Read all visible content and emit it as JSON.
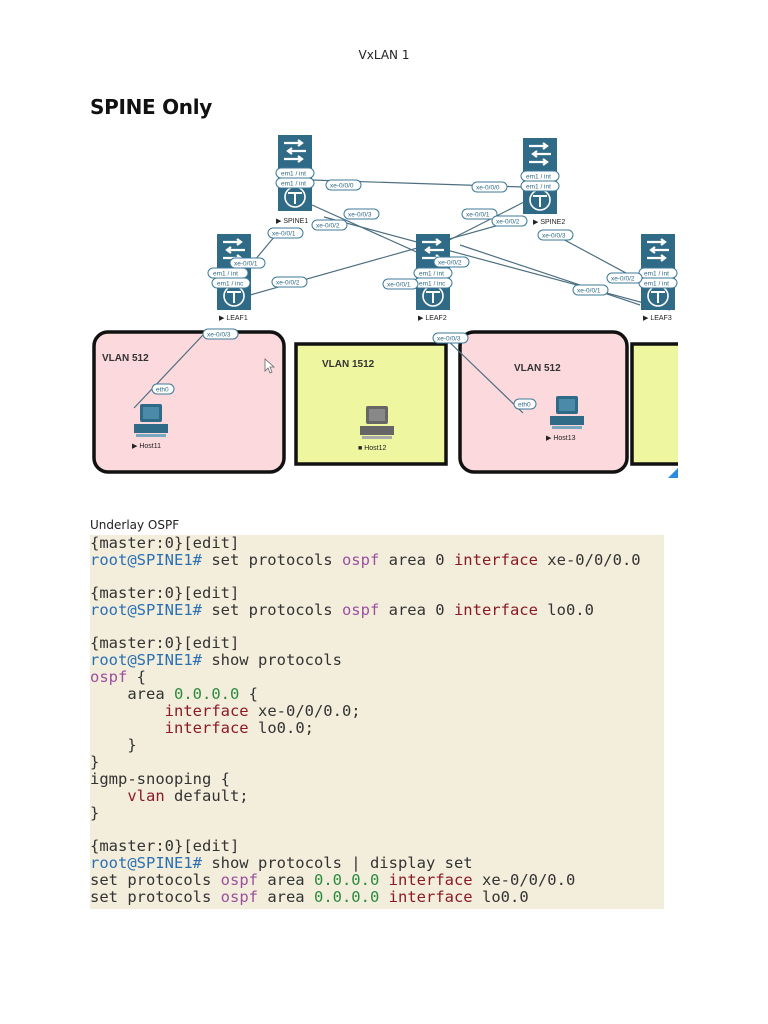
{
  "page": {
    "header": "VxLAN 1",
    "title": "SPINE Only",
    "section_label": "Underlay OSPF"
  },
  "diagram": {
    "switches": [
      {
        "name": "SPINE1",
        "labels": [
          "em1 / int",
          "em1 / int"
        ]
      },
      {
        "name": "SPINE2",
        "labels": [
          "em1 / int",
          "em1 / int"
        ]
      },
      {
        "name": "LEAF1",
        "labels": [
          "em1 / int",
          "em1 / inc"
        ]
      },
      {
        "name": "LEAF2",
        "labels": [
          "em1 / int",
          "em1 / inc"
        ]
      },
      {
        "name": "LEAF3",
        "labels": [
          "em1 / int",
          "em1 / int"
        ]
      }
    ],
    "port_labels": {
      "spine1_xe000": "xe-0/0/0",
      "spine2_xe000": "xe-0/0/0",
      "spine1_xe003": "xe-0/0/3",
      "spine1_xe002": "xe-0/0/2",
      "spine1_xe001": "xe-0/0/1",
      "spine2_xe001": "xe-0/0/1",
      "spine2_xe002": "xe-0/0/2",
      "spine2_xe003": "xe-0/0/3",
      "leaf1_xe001": "xe-0/0/1",
      "leaf1_xe002": "xe-0/0/2",
      "leaf1_xe003": "xe-0/0/3",
      "leaf2_xe002": "xe-0/0/2",
      "leaf2_xe001": "xe-0/0/1",
      "leaf2_xe003": "xe-0/0/3",
      "leaf3_xe002": "xe-0/0/2",
      "leaf3_xe001": "xe-0/0/1",
      "host11_eth0": "eth0",
      "host13_eth0": "eth0"
    },
    "vlans": [
      {
        "label": "VLAN 512",
        "color": "#fbd9dc"
      },
      {
        "label": "VLAN 1512",
        "color": "#eef7a0"
      },
      {
        "label": "VLAN 512",
        "color": "#fbd9dc"
      },
      {
        "label": "",
        "color": "#eef7a0"
      }
    ],
    "hosts": [
      {
        "name": "Host11",
        "state": "running"
      },
      {
        "name": "Host12",
        "state": "stopped"
      },
      {
        "name": "Host13",
        "state": "running"
      }
    ],
    "colors": {
      "switch": "#2f6a86",
      "link": "#4d6f80",
      "label_border": "#3d7a98",
      "label_text": "#2f6a86"
    }
  },
  "terminal": {
    "lines": [
      [
        {
          "t": "{master:0}[edit]",
          "c": ""
        }
      ],
      [
        {
          "t": "root@SPINE1#",
          "c": "prompt"
        },
        {
          "t": " set protocols ",
          "c": ""
        },
        {
          "t": "ospf",
          "c": "kw-ospf"
        },
        {
          "t": " area 0 ",
          "c": ""
        },
        {
          "t": "interface",
          "c": "kw-int"
        },
        {
          "t": " xe-0/0/0.0",
          "c": ""
        }
      ],
      [],
      [
        {
          "t": "{master:0}[edit]",
          "c": ""
        }
      ],
      [
        {
          "t": "root@SPINE1#",
          "c": "prompt"
        },
        {
          "t": " set protocols ",
          "c": ""
        },
        {
          "t": "ospf",
          "c": "kw-ospf"
        },
        {
          "t": " area 0 ",
          "c": ""
        },
        {
          "t": "interface",
          "c": "kw-int"
        },
        {
          "t": " lo0.0",
          "c": ""
        }
      ],
      [],
      [
        {
          "t": "{master:0}[edit]",
          "c": ""
        }
      ],
      [
        {
          "t": "root@SPINE1#",
          "c": "prompt"
        },
        {
          "t": " show protocols",
          "c": ""
        }
      ],
      [
        {
          "t": "ospf",
          "c": "kw-ospf"
        },
        {
          "t": " {",
          "c": ""
        }
      ],
      [
        {
          "t": "    area ",
          "c": ""
        },
        {
          "t": "0.0.0.0",
          "c": "kw-num"
        },
        {
          "t": " {",
          "c": ""
        }
      ],
      [
        {
          "t": "        ",
          "c": ""
        },
        {
          "t": "interface",
          "c": "kw-int"
        },
        {
          "t": " xe-0/0/0.0;",
          "c": ""
        }
      ],
      [
        {
          "t": "        ",
          "c": ""
        },
        {
          "t": "interface",
          "c": "kw-int"
        },
        {
          "t": " lo0.0;",
          "c": ""
        }
      ],
      [
        {
          "t": "    }",
          "c": ""
        }
      ],
      [
        {
          "t": "}",
          "c": ""
        }
      ],
      [
        {
          "t": "igmp-snooping {",
          "c": ""
        }
      ],
      [
        {
          "t": "    ",
          "c": ""
        },
        {
          "t": "vlan",
          "c": "kw-int"
        },
        {
          "t": " default;",
          "c": ""
        }
      ],
      [
        {
          "t": "}",
          "c": ""
        }
      ],
      [],
      [
        {
          "t": "{master:0}[edit]",
          "c": ""
        }
      ],
      [
        {
          "t": "root@SPINE1#",
          "c": "prompt"
        },
        {
          "t": " show protocols | display set",
          "c": ""
        }
      ],
      [
        {
          "t": "set protocols ",
          "c": ""
        },
        {
          "t": "ospf",
          "c": "kw-ospf"
        },
        {
          "t": " area ",
          "c": ""
        },
        {
          "t": "0.0.0.0",
          "c": "kw-num"
        },
        {
          "t": " ",
          "c": ""
        },
        {
          "t": "interface",
          "c": "kw-int"
        },
        {
          "t": " xe-0/0/0.0",
          "c": ""
        }
      ],
      [
        {
          "t": "set protocols ",
          "c": ""
        },
        {
          "t": "ospf",
          "c": "kw-ospf"
        },
        {
          "t": " area ",
          "c": ""
        },
        {
          "t": "0.0.0.0",
          "c": "kw-num"
        },
        {
          "t": " ",
          "c": ""
        },
        {
          "t": "interface",
          "c": "kw-int"
        },
        {
          "t": " lo0.0",
          "c": ""
        }
      ]
    ]
  }
}
